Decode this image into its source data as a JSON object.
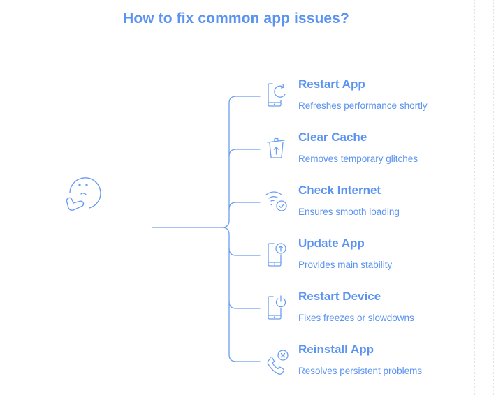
{
  "title": "How to fix common app issues?",
  "colors": {
    "accent": "#5b93f0",
    "line": "#6b9ef2",
    "background": "#ffffff"
  },
  "root": {
    "icon": "thinking-face-icon"
  },
  "items": [
    {
      "label": "Restart App",
      "description": "Refreshes performance shortly",
      "icon": "phone-refresh-icon"
    },
    {
      "label": "Clear Cache",
      "description": "Removes temporary glitches",
      "icon": "trash-upload-icon"
    },
    {
      "label": "Check Internet",
      "description": "Ensures smooth loading",
      "icon": "wifi-check-icon"
    },
    {
      "label": "Update App",
      "description": "Provides main stability",
      "icon": "phone-update-icon"
    },
    {
      "label": "Restart Device",
      "description": "Fixes freezes or slowdowns",
      "icon": "phone-power-icon"
    },
    {
      "label": "Reinstall App",
      "description": "Resolves persistent problems",
      "icon": "phone-call-cancel-icon"
    }
  ]
}
